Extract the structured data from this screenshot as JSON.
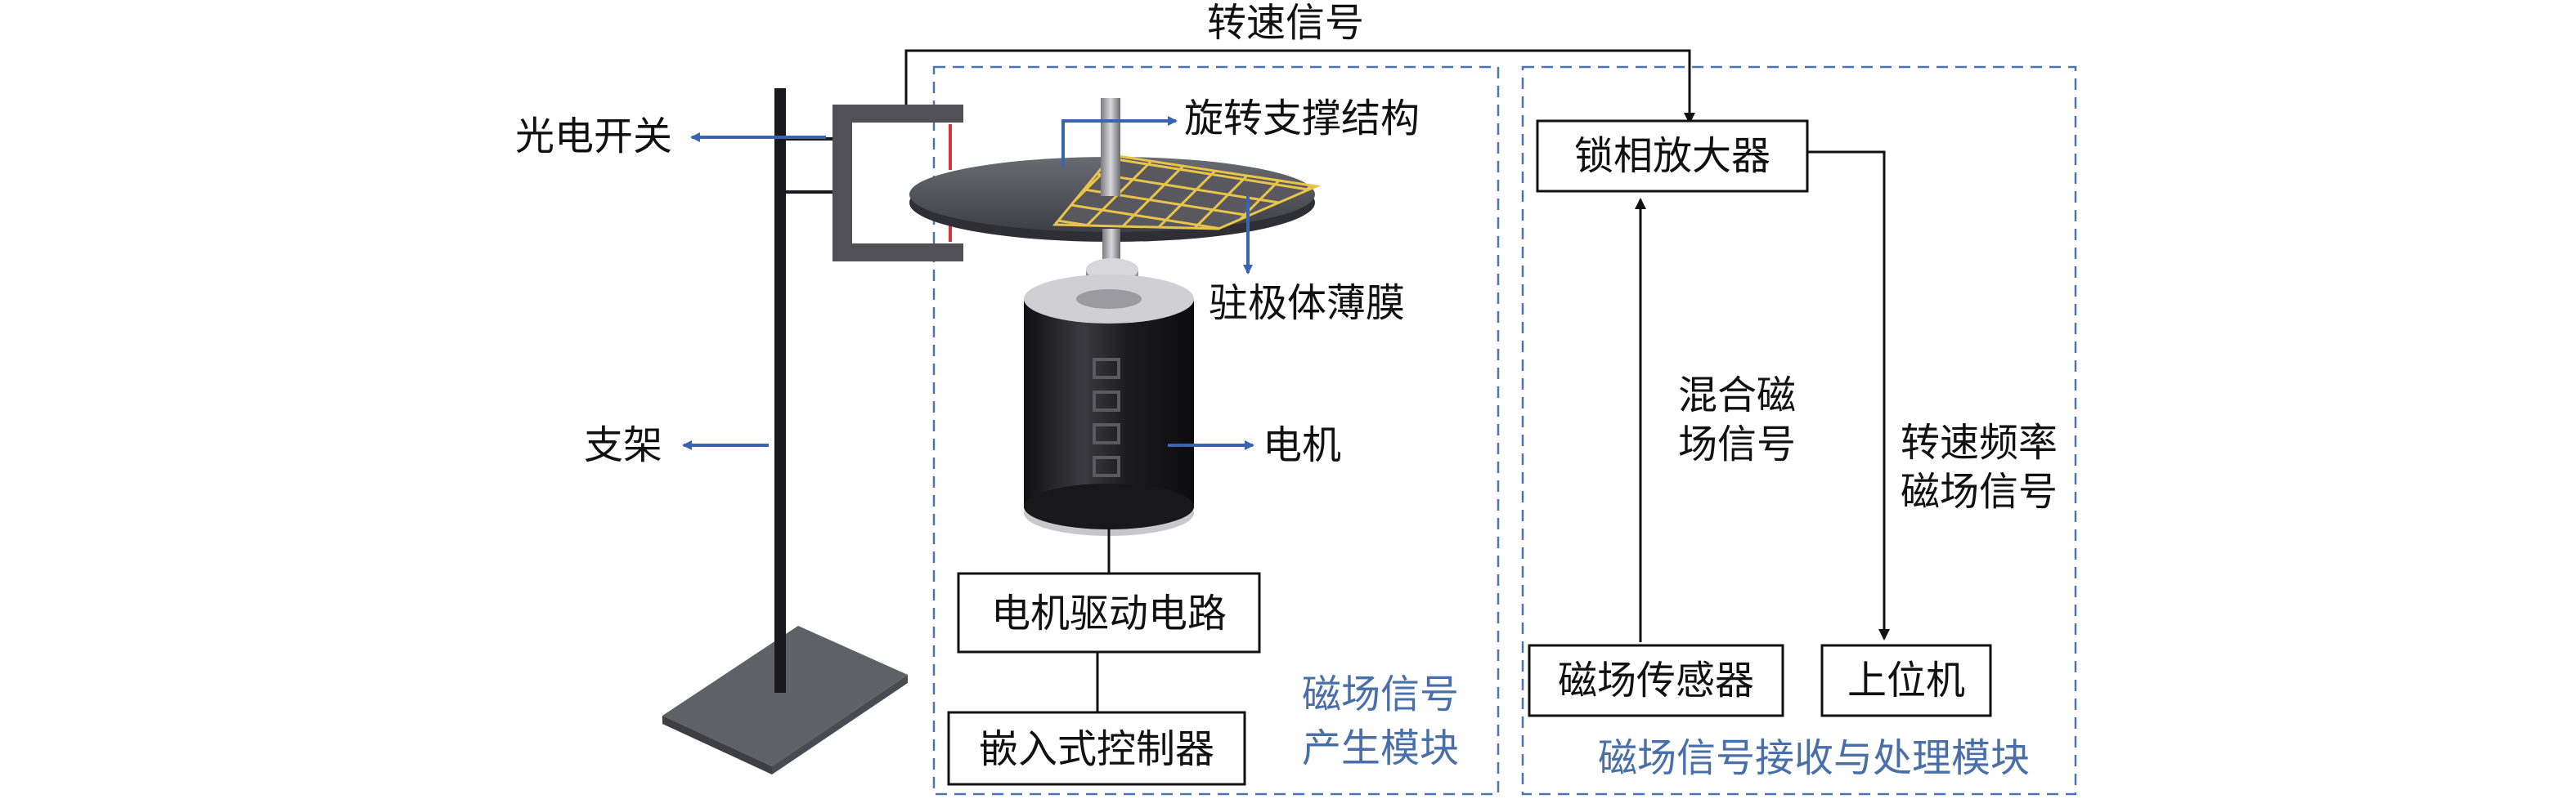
{
  "labels": {
    "speed_signal": "转速信号",
    "photoelectric_switch": "光电开关",
    "rotating_support": "旋转支撑结构",
    "electret_film": "驻极体薄膜",
    "bracket": "支架",
    "motor": "电机",
    "motor_driver": "电机驱动电路",
    "embedded_controller": "嵌入式控制器",
    "lockin_amplifier": "锁相放大器",
    "mixed_signal_line1": "混合磁",
    "mixed_signal_line2": "场信号",
    "speed_freq_line1": "转速频率",
    "speed_freq_line2": "磁场信号",
    "magnetic_sensor": "磁场传感器",
    "host_computer": "上位机",
    "module_generation_line1": "磁场信号",
    "module_generation_line2": "产生模块",
    "module_receive": "磁场信号接收与处理模块"
  },
  "colors": {
    "arrow_blue": "#3b64b0",
    "dashed_blue": "#4a74b6",
    "module_text_blue": "#4a6fa8",
    "grid_yellow": "#e8c44a",
    "dark_gray": "#505056",
    "motor_black": "#1e1e22",
    "sensor_red": "#d8343a"
  }
}
